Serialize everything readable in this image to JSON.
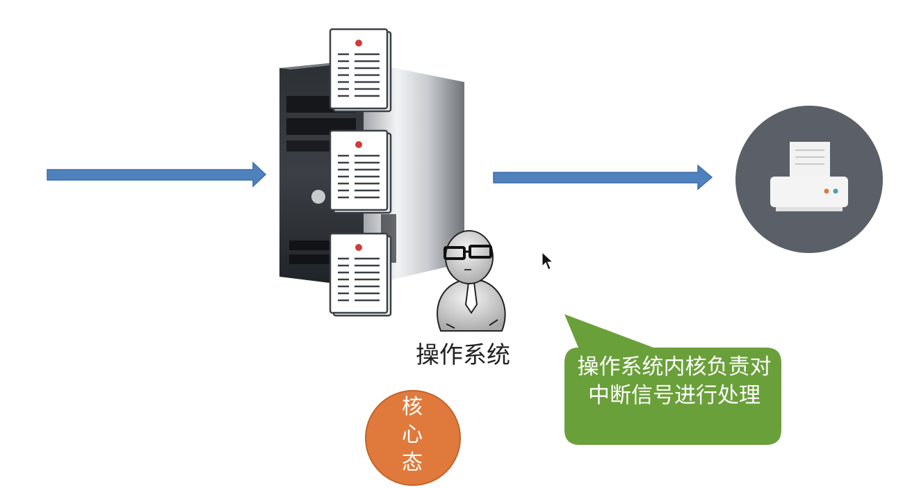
{
  "diagram": {
    "os_label": "操作系统",
    "callout_text": "操作系统内核负责对中断信号进行处理",
    "kernel_state_label": [
      "核",
      "心",
      "态"
    ]
  },
  "colors": {
    "arrow": "#4f81bd",
    "arrow_stroke": "#3a6ea5",
    "callout_green": "#6aa03a",
    "kernel_orange": "#e07a3c",
    "printer_circle": "#5b6068"
  },
  "icons": {
    "input_arrow": "arrow-right-icon",
    "output_arrow": "arrow-right-icon",
    "server": "server-tower-icon",
    "documents": "document-icon",
    "person": "sketch-person-icon",
    "printer": "printer-icon",
    "cursor": "mouse-pointer-icon"
  }
}
